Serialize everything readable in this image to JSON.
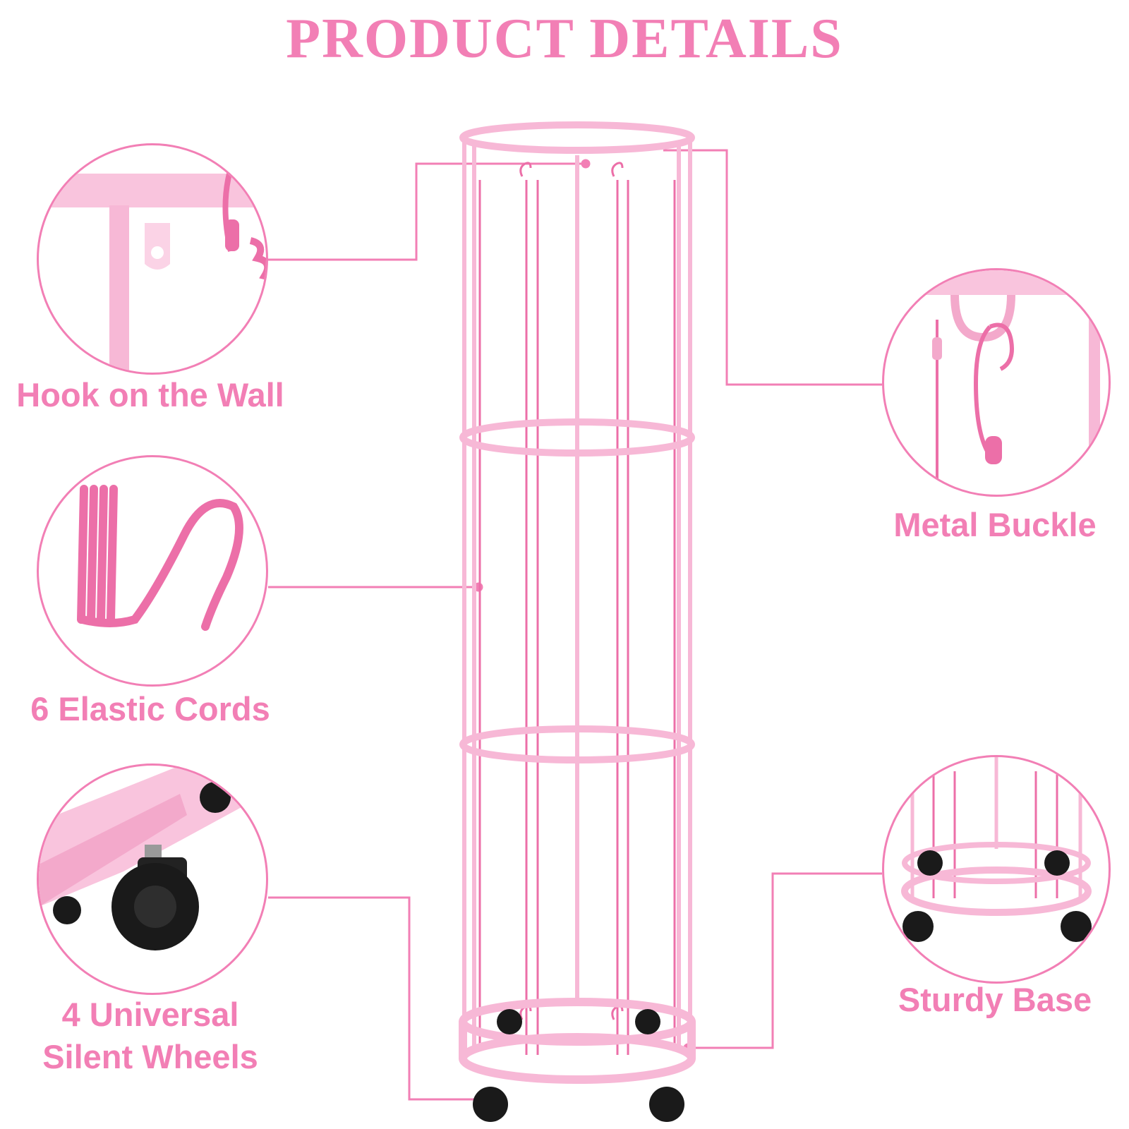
{
  "title": "PRODUCT DETAILS",
  "features": {
    "hook": {
      "label": "Hook on the Wall"
    },
    "cords": {
      "label": "6 Elastic Cords"
    },
    "wheels": {
      "label_line1": "4 Universal",
      "label_line2": "Silent Wheels"
    },
    "buckle": {
      "label": "Metal Buckle"
    },
    "base": {
      "label": "Sturdy Base"
    }
  },
  "colors": {
    "accent": "#f27fb5",
    "frame": "#f7b8d6",
    "cord": "#ec6fa8",
    "wheel": "#1a1a1a"
  }
}
